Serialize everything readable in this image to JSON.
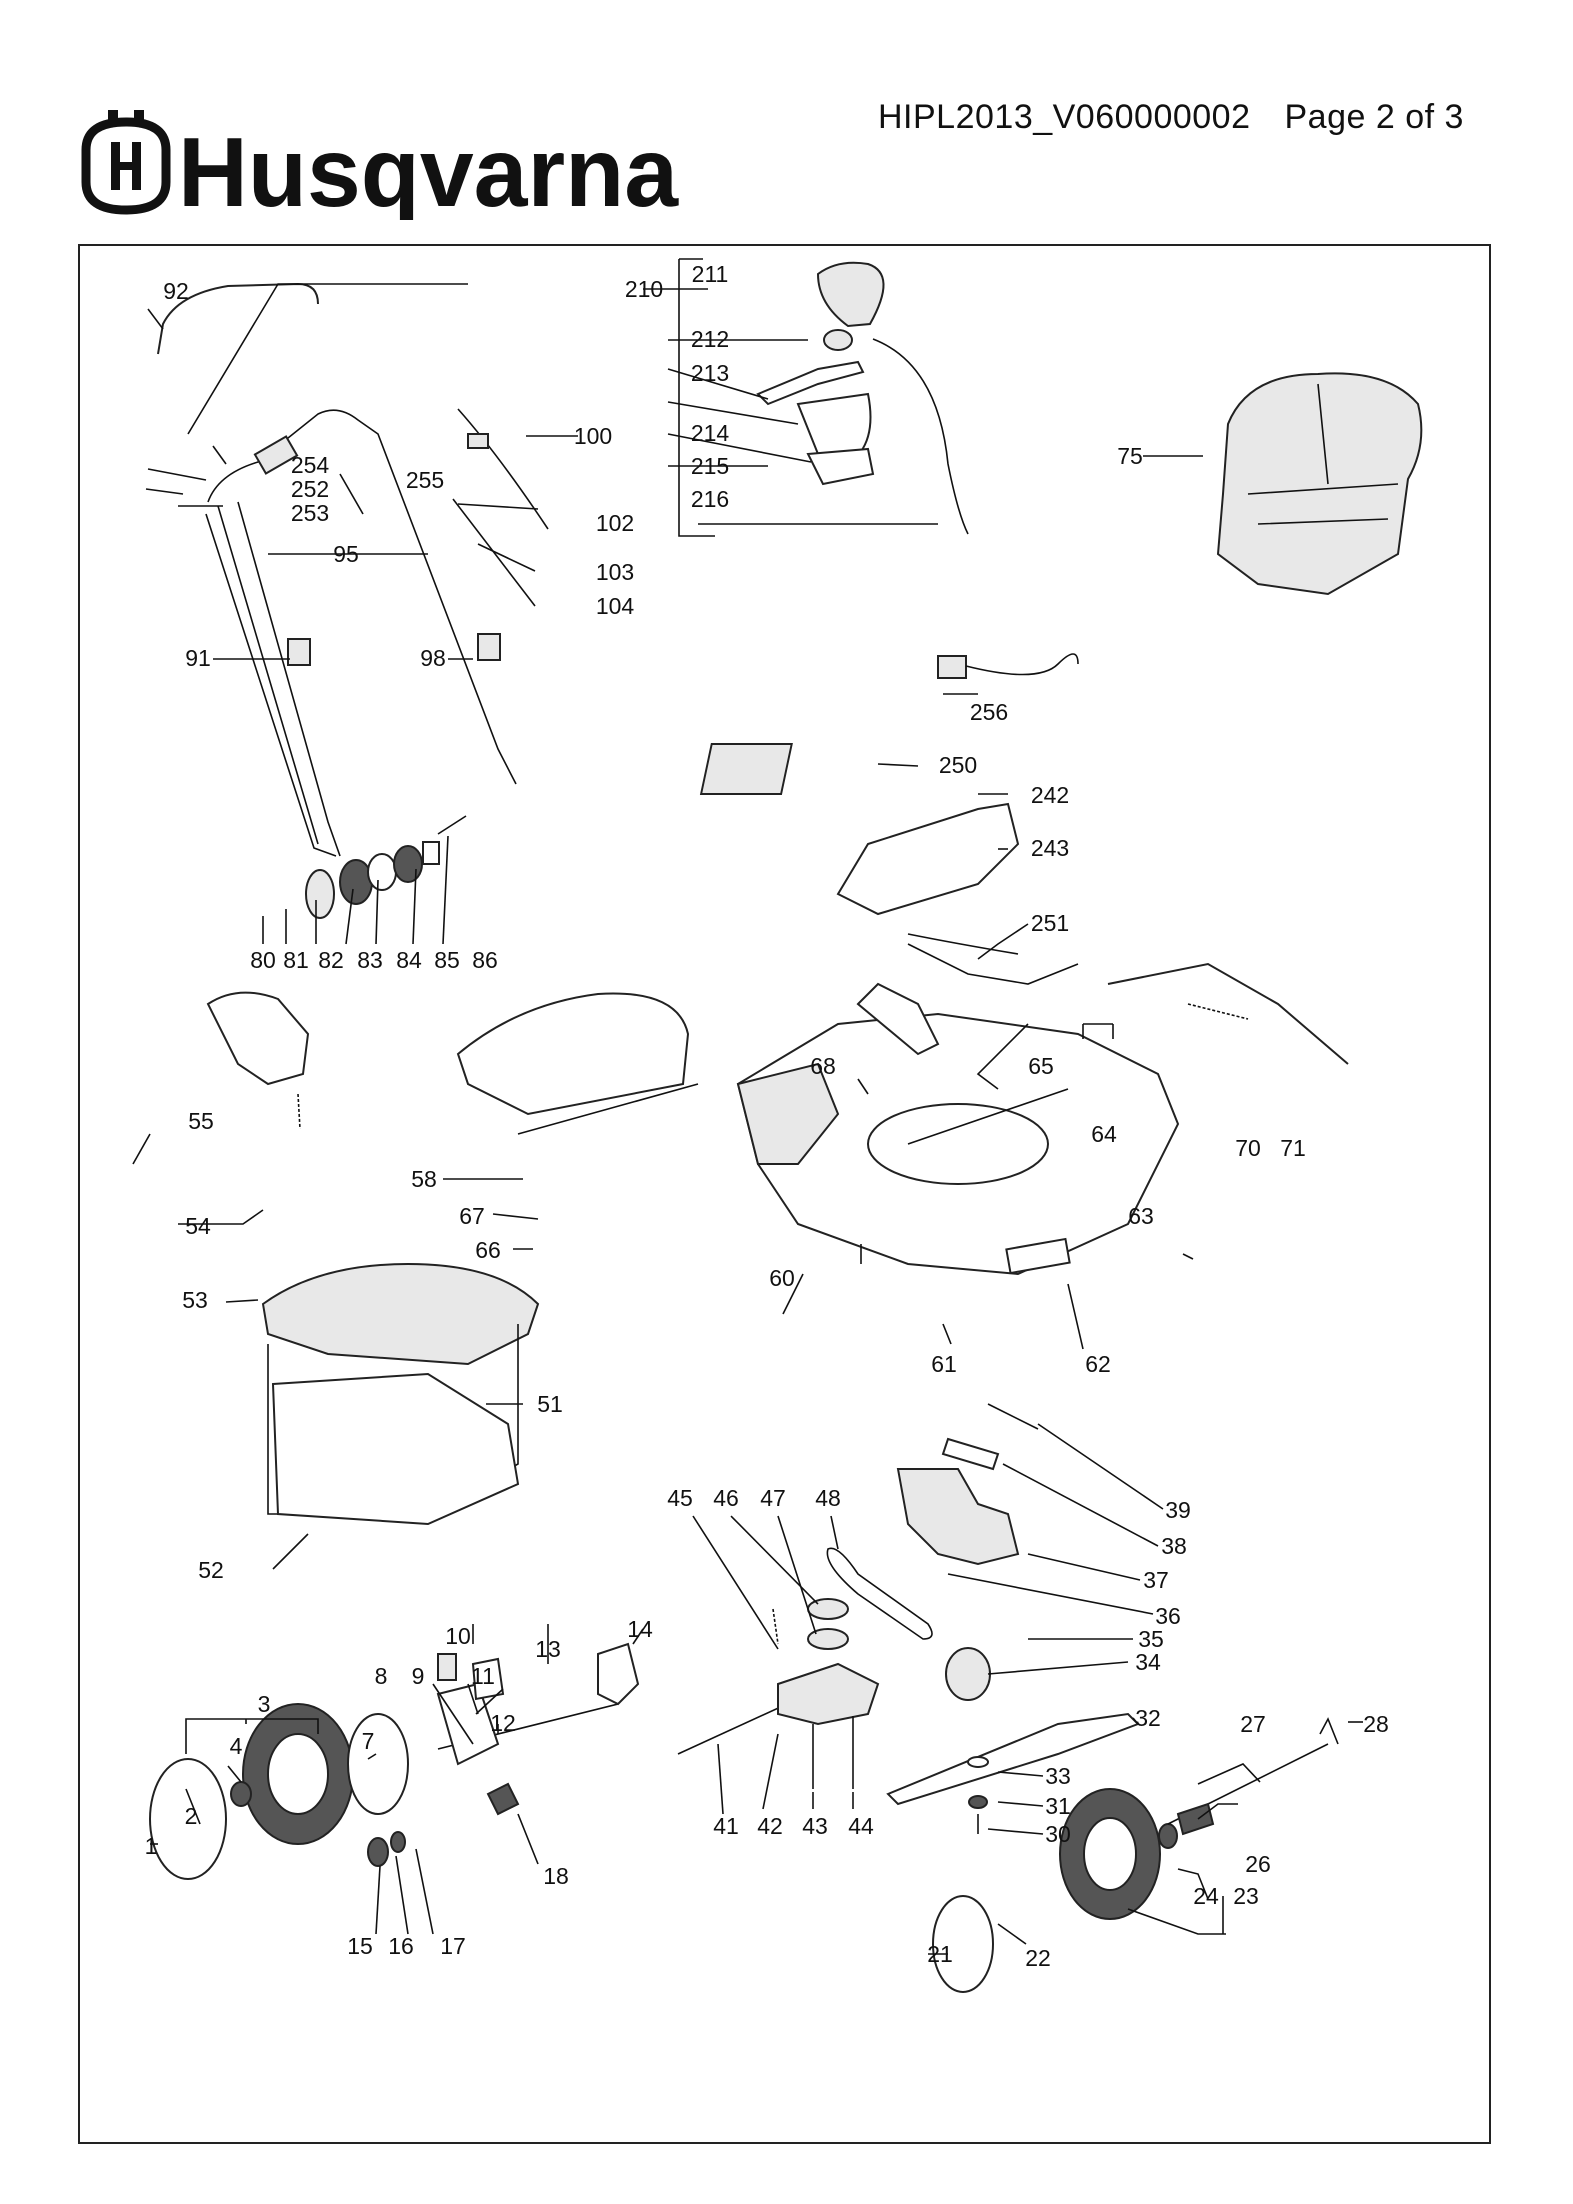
{
  "header": {
    "brand": "Husqvarna",
    "doc_id": "HIPL2013_V060000002",
    "page": "Page 2 of 3"
  },
  "diagram": {
    "labels": [
      "1",
      "2",
      "3",
      "4",
      "7",
      "8",
      "9",
      "10",
      "11",
      "12",
      "13",
      "14",
      "15",
      "16",
      "17",
      "18",
      "21",
      "22",
      "23",
      "24",
      "26",
      "27",
      "28",
      "30",
      "31",
      "32",
      "33",
      "34",
      "35",
      "36",
      "37",
      "38",
      "39",
      "41",
      "42",
      "43",
      "44",
      "45",
      "46",
      "47",
      "48",
      "51",
      "52",
      "53",
      "54",
      "55",
      "58",
      "60",
      "61",
      "62",
      "63",
      "64",
      "65",
      "66",
      "67",
      "68",
      "70",
      "71",
      "75",
      "80",
      "81",
      "82",
      "83",
      "84",
      "85",
      "86",
      "91",
      "92",
      "95",
      "98",
      "100",
      "102",
      "103",
      "104",
      "210",
      "211",
      "212",
      "213",
      "214",
      "215",
      "216",
      "242",
      "243",
      "250",
      "251",
      "252",
      "253",
      "254",
      "255",
      "256"
    ]
  }
}
